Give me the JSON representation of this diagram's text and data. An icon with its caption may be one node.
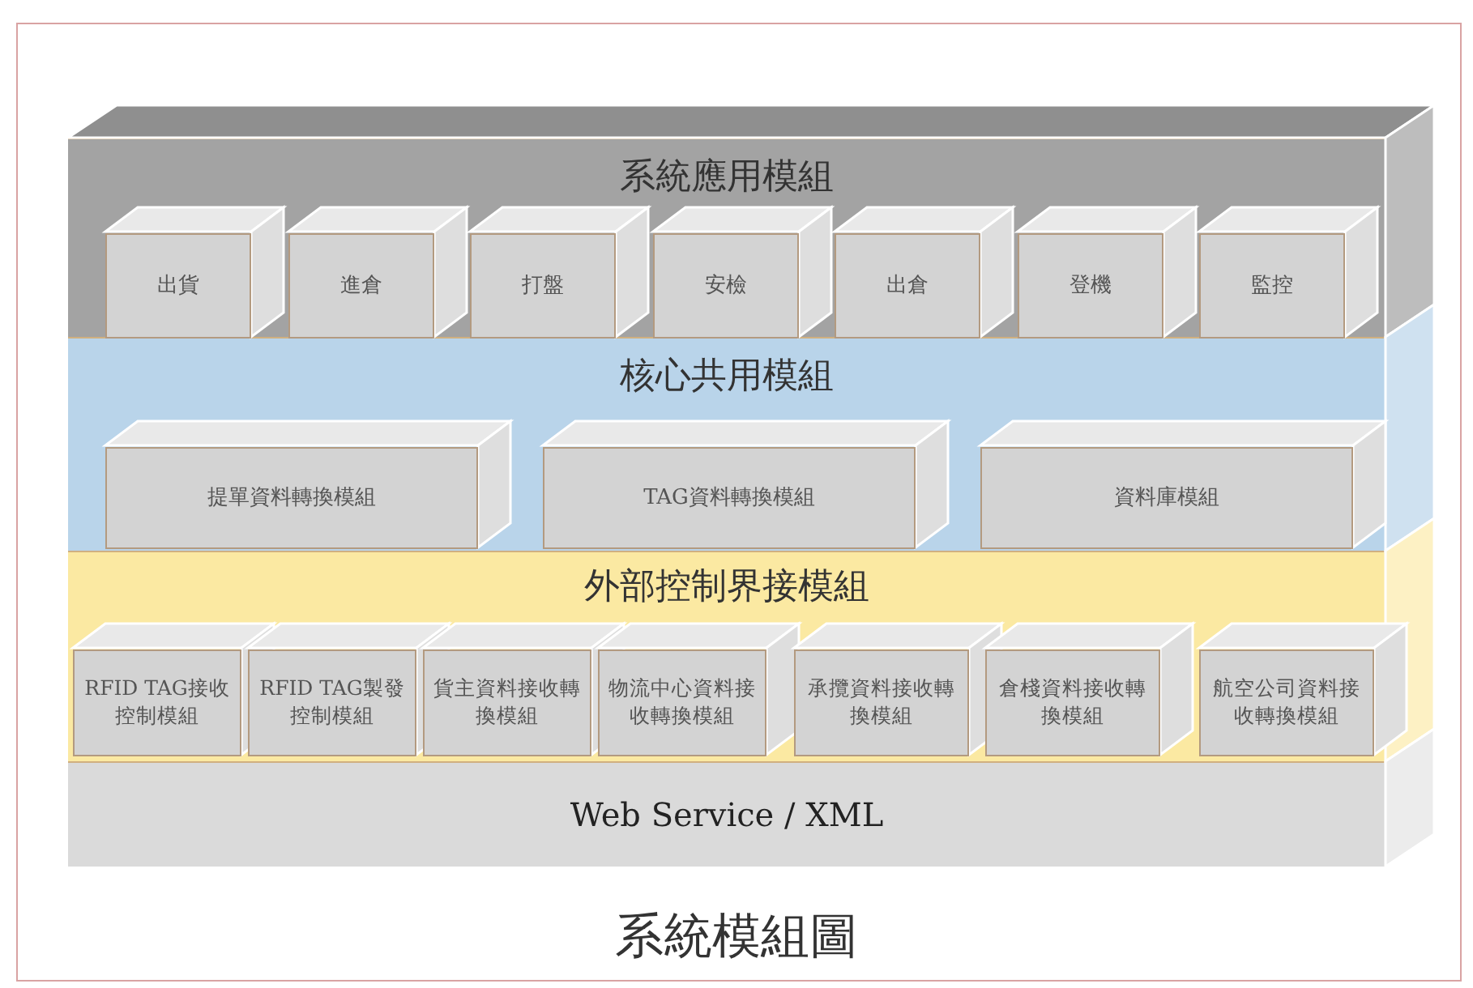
{
  "diagram": {
    "caption": "系統模組圖",
    "nodes": [
      {
        "text": [
          "系統應用模組"
        ]
      },
      {
        "text": [
          "出貨"
        ],
        "in": 0
      },
      {
        "text": [
          "進倉"
        ],
        "in": 0
      },
      {
        "text": [
          "打盤"
        ],
        "in": 0
      },
      {
        "text": [
          "安檢"
        ],
        "in": 0
      },
      {
        "text": [
          "出倉"
        ],
        "in": 0
      },
      {
        "text": [
          "登機"
        ],
        "in": 0
      },
      {
        "text": [
          "監控"
        ],
        "in": 0
      },
      {
        "text": [
          "核心共用模組"
        ]
      },
      {
        "text": [
          "提單資料轉換模組"
        ],
        "in": 8
      },
      {
        "text": [
          "TAG資料轉換模組"
        ],
        "in": 8
      },
      {
        "text": [
          "資料庫模組"
        ],
        "in": 8
      },
      {
        "text": [
          "外部控制界接模組"
        ]
      },
      {
        "text": [
          "RFID TAG接收控制模組"
        ],
        "in": 12
      },
      {
        "text": [
          "RFID TAG製發控制模組"
        ],
        "in": 12
      },
      {
        "text": [
          "貨主資料接收轉換模組"
        ],
        "in": 12
      },
      {
        "text": [
          "物流中心資料接收轉換模組"
        ],
        "in": 12
      },
      {
        "text": [
          "承攬資料接收轉換模組"
        ],
        "in": 12
      },
      {
        "text": [
          "倉棧資料接收轉換模組"
        ],
        "in": 12
      },
      {
        "text": [
          "航空公司資料接收轉換模組"
        ],
        "in": 12
      },
      {
        "text": [
          "Web Service / XML"
        ]
      }
    ]
  }
}
